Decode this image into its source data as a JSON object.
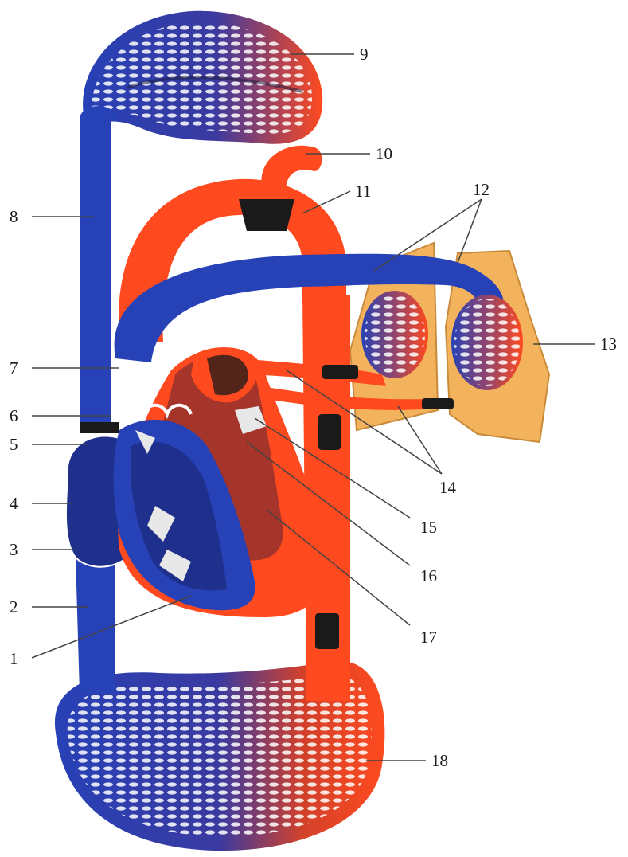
{
  "labels": [
    "1",
    "2",
    "3",
    "4",
    "5",
    "6",
    "7",
    "8",
    "9",
    "10",
    "11",
    "12",
    "13",
    "14",
    "15",
    "16",
    "17",
    "18"
  ],
  "colors": {
    "oxygenated": "#ff4a1f",
    "deoxygenated": "#2741b6",
    "capillary_dark": "#1a1a3a",
    "lung": "#f3b35c",
    "valve": "#e8e8e8",
    "leader": "#444444"
  }
}
